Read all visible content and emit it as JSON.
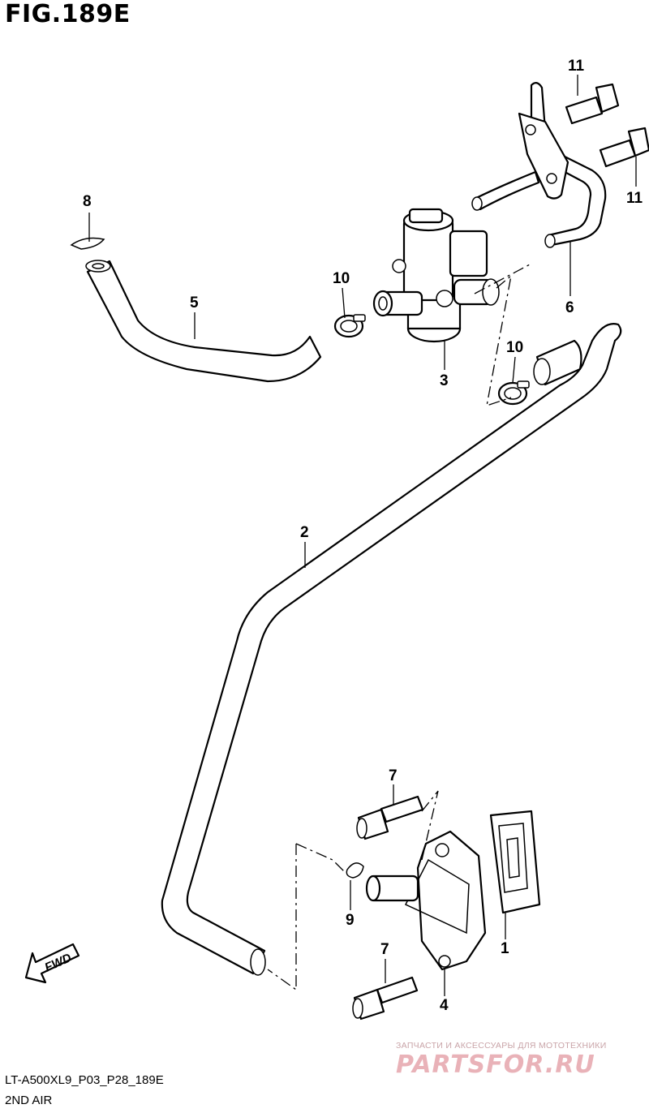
{
  "figure": {
    "title": "FIG.189E",
    "model_code": "LT-A500XL9_P03_P28_189E",
    "section_name": "2ND AIR"
  },
  "callouts": [
    "1",
    "2",
    "3",
    "4",
    "5",
    "6",
    "7",
    "7",
    "8",
    "9",
    "10",
    "10",
    "11",
    "11"
  ],
  "direction_arrow": {
    "label": "FWD"
  },
  "watermark": {
    "tagline": "ЗАПЧАСТИ И АКСЕССУАРЫ ДЛЯ МОТОТЕХНИКИ",
    "logo": "PARTSFOR.RU"
  }
}
